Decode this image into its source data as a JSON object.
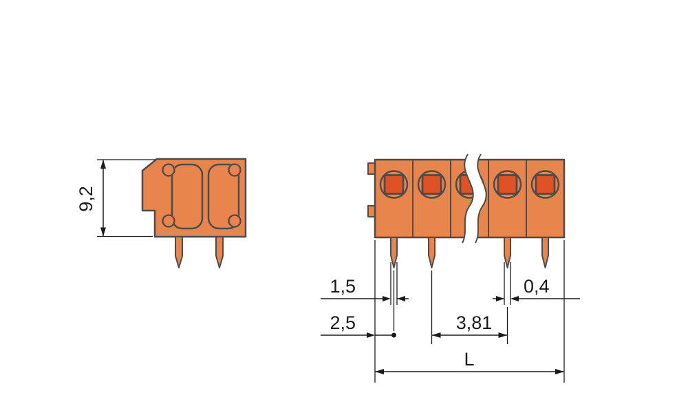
{
  "dimensions": {
    "side_height": "9,2",
    "pin_width_a": "1,5",
    "edge_to_pin_center": "2,5",
    "pin_width_b": "0,4",
    "pitch": "3,81",
    "overall_length": "L"
  },
  "colors": {
    "housing": "#e8854c",
    "opening": "#df5226",
    "outline": "#4c4c4c",
    "dimension": "#1a1a1a",
    "background": "#ffffff"
  }
}
